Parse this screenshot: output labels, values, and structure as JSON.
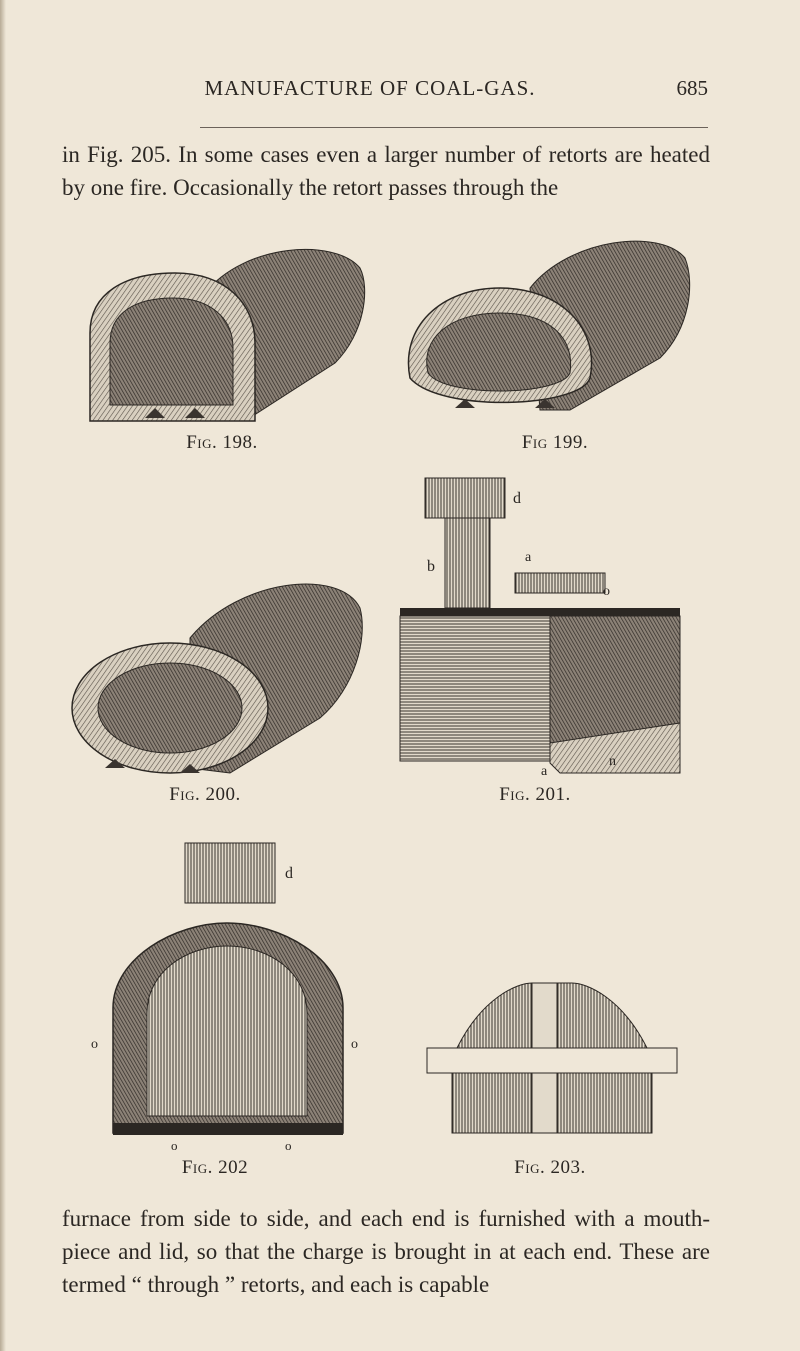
{
  "header": {
    "running_title": "MANUFACTURE OF COAL-GAS.",
    "page_number": "685"
  },
  "paragraphs": {
    "top": "in Fig. 205. In some cases even a larger number of retorts are heated by one fire. Occasionally the retort passes through the",
    "bottom": "furnace from side to side, and each end is furnished with a mouth-piece and lid, so that the charge is brought in at each end. These are termed “ through ” retorts, and each is capable"
  },
  "figures": [
    {
      "caption": "Fig. 198."
    },
    {
      "caption": "Fig 199."
    },
    {
      "caption": "Fig. 200."
    },
    {
      "caption": "Fig. 201.",
      "labels": {
        "d": "d",
        "b": "b",
        "a_top": "a",
        "o": "o",
        "n": "n",
        "a_bottom": "a"
      }
    },
    {
      "caption": "Fig. 202",
      "labels": {
        "d": "d",
        "o_left": "o",
        "o_right": "o",
        "o_bottom_left": "o",
        "o_bottom_right": "o"
      }
    },
    {
      "caption": "Fig. 203."
    }
  ],
  "colors": {
    "paper": "#efe7d8",
    "ink": "#2b2723"
  }
}
